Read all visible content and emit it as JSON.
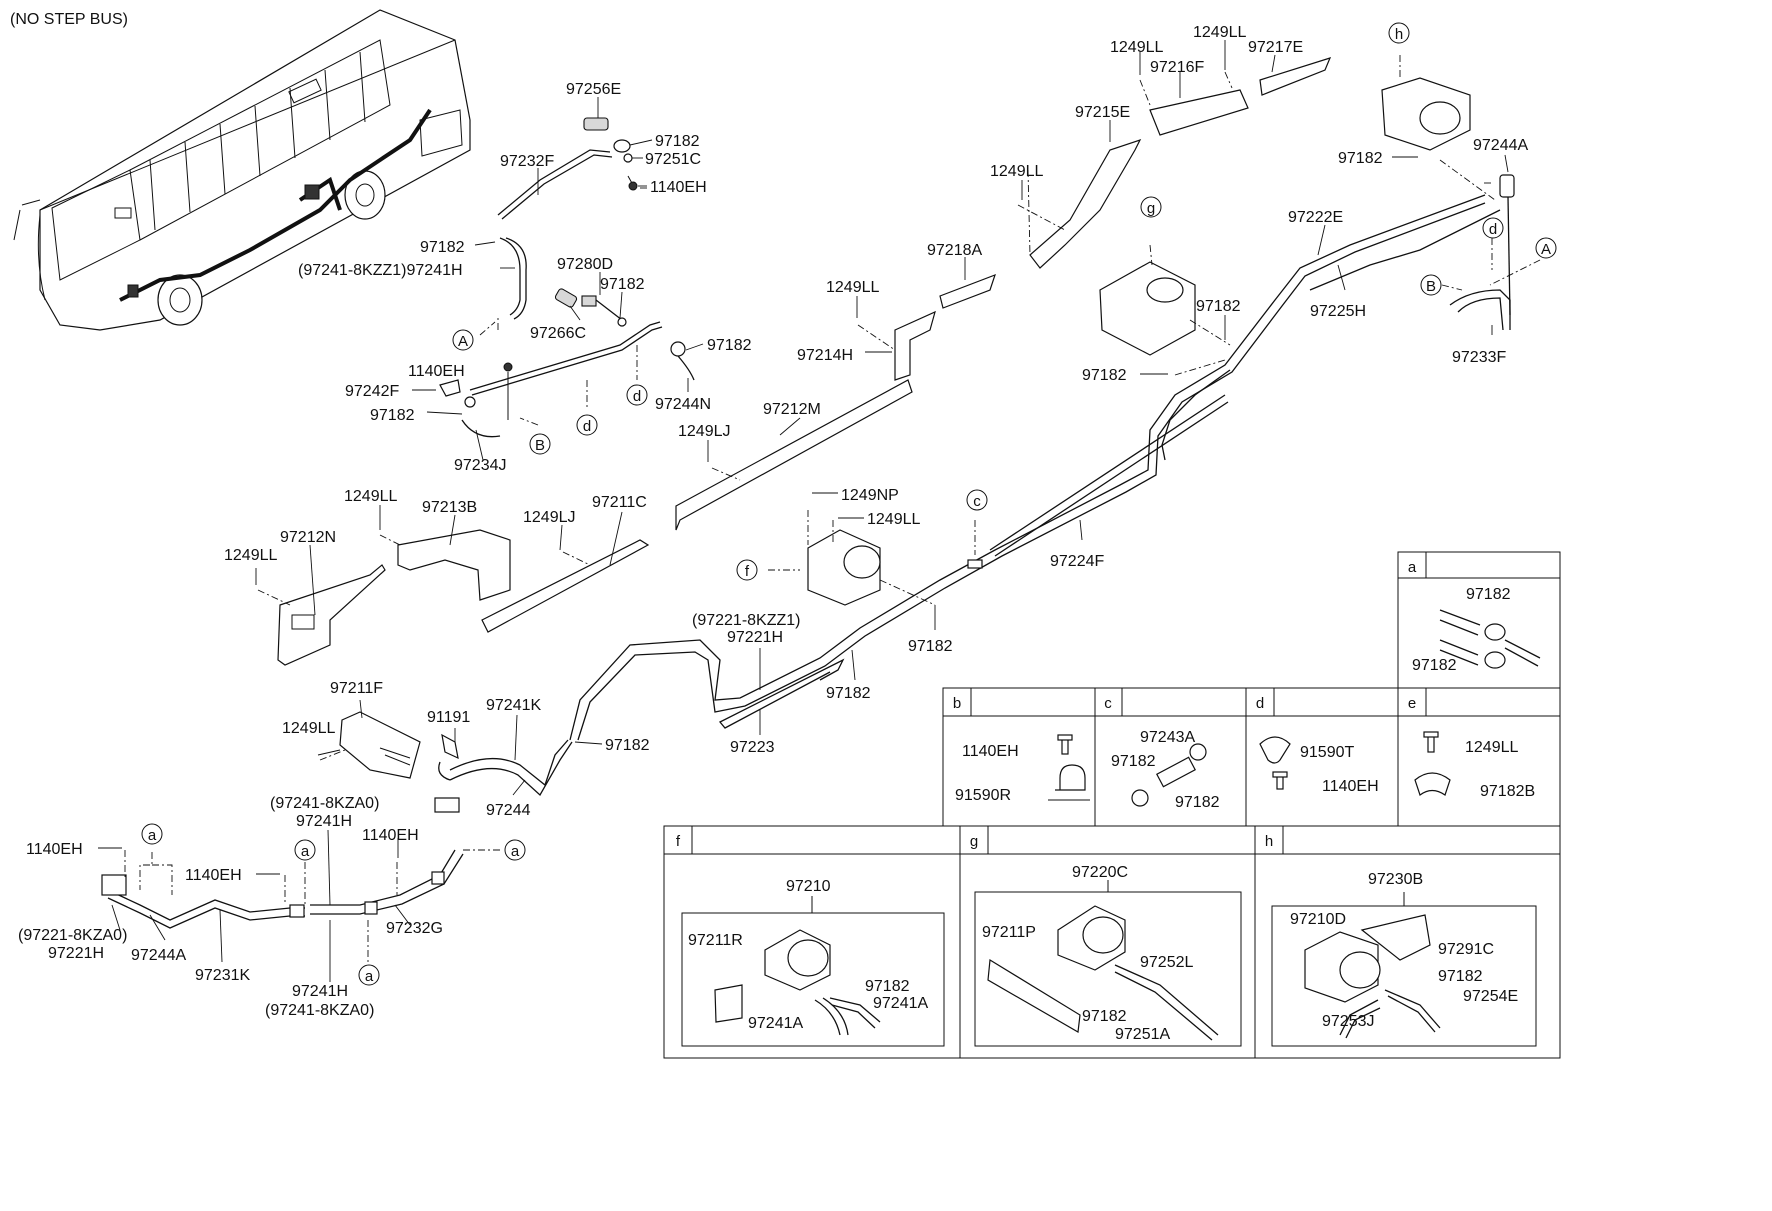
{
  "header": {
    "note": "(NO STEP BUS)"
  },
  "callouts": {
    "A": "A",
    "B": "B",
    "a": "a",
    "b": "b",
    "c": "c",
    "d": "d",
    "e": "e",
    "f": "f",
    "g": "g",
    "h": "h"
  },
  "parts": {
    "p97256E": "97256E",
    "p97182_top1": "97182",
    "p97251C": "97251C",
    "p97232F": "97232F",
    "p1140EH_top": "1140EH",
    "p97182_left1": "97182",
    "p97241H_alt1": "(97241-8KZZ1)97241H",
    "p97280D": "97280D",
    "p97182_m1": "97182",
    "p97266C": "97266C",
    "p97182_m2": "97182",
    "p1140EH_m": "1140EH",
    "p97242F": "97242F",
    "p97182_m3": "97182",
    "p97244N": "97244N",
    "p97234J": "97234J",
    "p1249LL_a": "1249LL",
    "p1249LL_b": "1249LL",
    "p97216F": "97216F",
    "p97217E": "97217E",
    "p97215E": "97215E",
    "p1249LL_c": "1249LL",
    "p97218A": "97218A",
    "p1249LL_d": "1249LL",
    "p97214H": "97214H",
    "p97212M": "97212M",
    "p1249LJ_a": "1249LJ",
    "p97222E": "97222E",
    "p97225H": "97225H",
    "p97182_g1": "97182",
    "p97182_g2": "97182",
    "p97182_h1": "97182",
    "p97244A_top": "97244A",
    "p97233F": "97233F",
    "p1249LL_e": "1249LL",
    "p97213B": "97213B",
    "p97212N": "97212N",
    "p1249LL_f": "1249LL",
    "p1249LJ_b": "1249LJ",
    "p97211C": "97211C",
    "p1249NP": "1249NP",
    "p1249LL_g": "1249LL",
    "p97224F": "97224F",
    "p97221H_alt1": "(97221-8KZZ1)",
    "p97221H_a": "97221H",
    "p97182_f1": "97182",
    "p97182_f2": "97182",
    "p97223": "97223",
    "p97211F": "97211F",
    "p1249LL_h": "1249LL",
    "p91191": "91191",
    "p97241K": "97241K",
    "p97182_k": "97182",
    "p97244": "97244",
    "p97241H_alt2": "(97241-8KZA0)",
    "p97241H_b": "97241H",
    "p1140EH_c": "1140EH",
    "p1140EH_d": "1140EH",
    "p1140EH_e": "1140EH",
    "p97221H_alt2": "(97221-8KZA0)",
    "p97221H_b": "97221H",
    "p97244A_b": "97244A",
    "p97231K": "97231K",
    "p97241H_c": "97241H",
    "p97241H_alt3": "(97241-8KZA0)",
    "p97232G": "97232G"
  },
  "details": {
    "a": {
      "p1": "97182",
      "p2": "97182"
    },
    "b": {
      "p1": "1140EH",
      "p2": "91590R"
    },
    "c": {
      "p1": "97243A",
      "p2": "97182",
      "p3": "97182"
    },
    "d": {
      "p1": "91590T",
      "p2": "1140EH"
    },
    "e": {
      "p1": "1249LL",
      "p2": "97182B"
    },
    "f": {
      "assy": "97210",
      "p1": "97211R",
      "p2": "97182",
      "p3": "97241A",
      "p4": "97241A"
    },
    "g": {
      "assy": "97220C",
      "p1": "97211P",
      "p2": "97252L",
      "p3": "97182",
      "p4": "97251A"
    },
    "h": {
      "assy": "97230B",
      "p1": "97210D",
      "p2": "97291C",
      "p3": "97182",
      "p4": "97254E",
      "p5": "97253J"
    }
  }
}
